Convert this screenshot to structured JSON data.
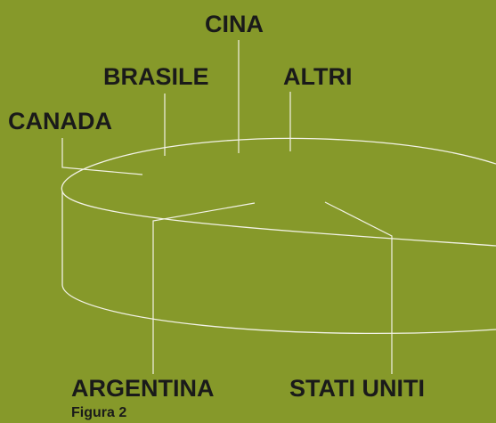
{
  "diagram": {
    "labels": {
      "cina": "CINA",
      "brasile": "BRASILE",
      "altri": "ALTRI",
      "canada": "CANADA",
      "argentina": "ARGENTINA",
      "stati_uniti": "STATI UNITI"
    },
    "caption": "Figura 2"
  },
  "colors": {
    "background": "#86992a",
    "ink": "#1a1a1a",
    "lines": "#f2f2e6"
  }
}
